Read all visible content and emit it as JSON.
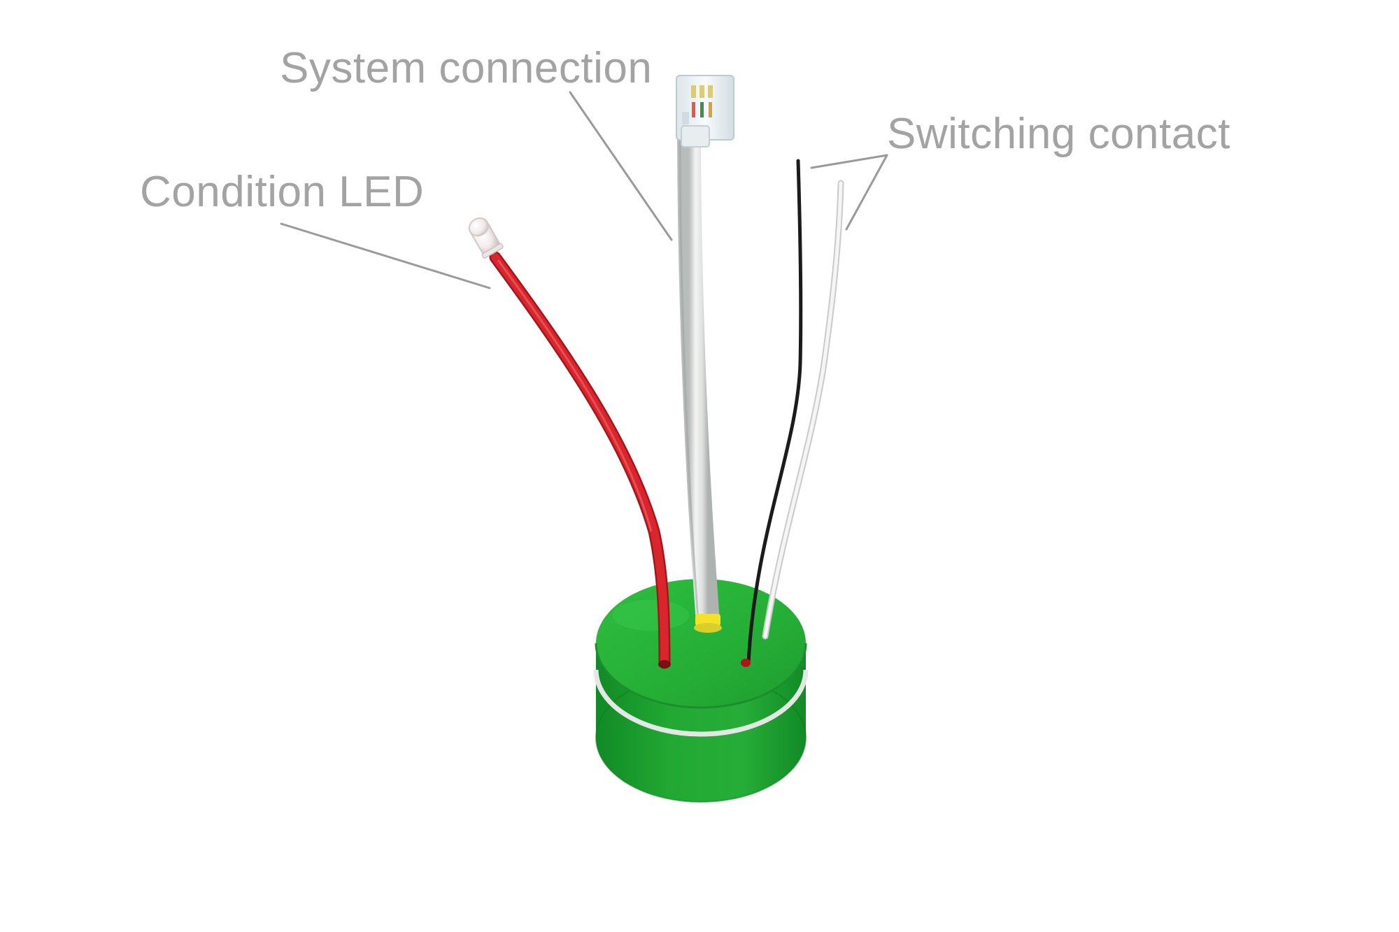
{
  "labels": {
    "system_connection": "System connection",
    "switching_contact": "Switching contact",
    "condition_led": "Condition LED"
  },
  "colors": {
    "label_text": "#a3a3a3",
    "leader_line": "#9a9a9a",
    "housing_green": "#22a833",
    "wire_red": "#d9262c",
    "cable_white": "#e3e5e4",
    "wire_black": "#1b1b1b"
  }
}
